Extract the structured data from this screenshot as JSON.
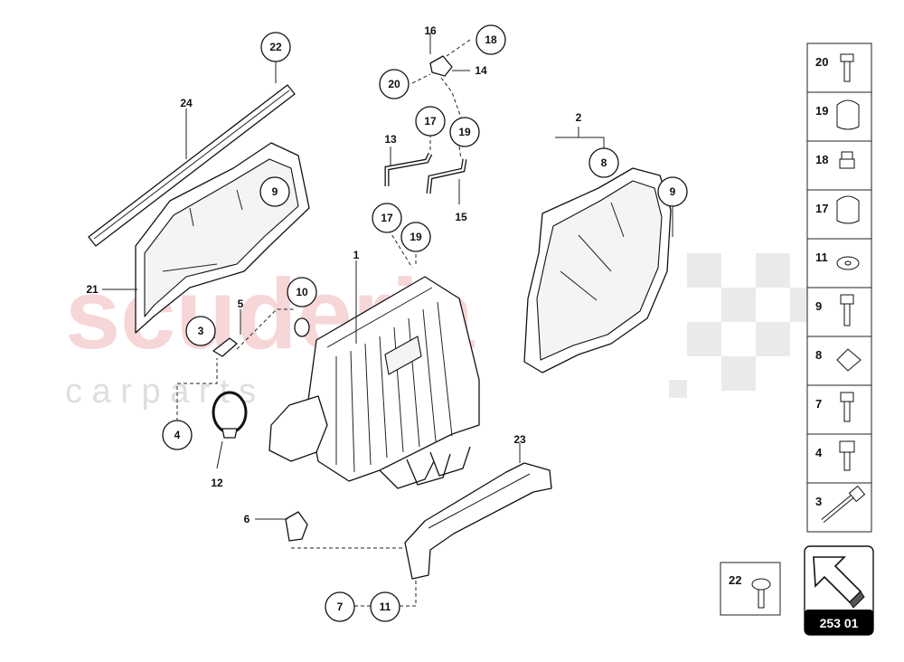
{
  "watermark": {
    "main": "scuderia",
    "sub": "c a r p a r t s"
  },
  "callouts": [
    {
      "id": "1",
      "label": "1"
    },
    {
      "id": "2",
      "label": "2"
    },
    {
      "id": "3",
      "label": "3"
    },
    {
      "id": "4",
      "label": "4"
    },
    {
      "id": "5",
      "label": "5"
    },
    {
      "id": "6",
      "label": "6"
    },
    {
      "id": "7",
      "label": "7"
    },
    {
      "id": "8",
      "label": "8"
    },
    {
      "id": "9a",
      "label": "9"
    },
    {
      "id": "9b",
      "label": "9"
    },
    {
      "id": "10",
      "label": "10"
    },
    {
      "id": "11",
      "label": "11"
    },
    {
      "id": "12",
      "label": "12"
    },
    {
      "id": "13",
      "label": "13"
    },
    {
      "id": "14",
      "label": "14"
    },
    {
      "id": "15",
      "label": "15"
    },
    {
      "id": "16",
      "label": "16"
    },
    {
      "id": "17a",
      "label": "17"
    },
    {
      "id": "17b",
      "label": "17"
    },
    {
      "id": "18",
      "label": "18"
    },
    {
      "id": "19a",
      "label": "19"
    },
    {
      "id": "19b",
      "label": "19"
    },
    {
      "id": "20",
      "label": "20"
    },
    {
      "id": "21",
      "label": "21"
    },
    {
      "id": "22",
      "label": "22"
    },
    {
      "id": "23",
      "label": "23"
    },
    {
      "id": "24",
      "label": "24"
    }
  ],
  "legend": [
    {
      "label": "20",
      "icon": "bolt-flange-icon"
    },
    {
      "label": "19",
      "icon": "clamp-icon"
    },
    {
      "label": "18",
      "icon": "nut-icon"
    },
    {
      "label": "17",
      "icon": "clip-icon"
    },
    {
      "label": "11",
      "icon": "washer-icon"
    },
    {
      "label": "9",
      "icon": "bolt-icon"
    },
    {
      "label": "8",
      "icon": "square-nut-icon"
    },
    {
      "label": "7",
      "icon": "screw-icon"
    },
    {
      "label": "4",
      "icon": "hex-bolt-icon"
    },
    {
      "label": "3",
      "icon": "long-bolt-icon"
    }
  ],
  "extra_legend": {
    "label": "22",
    "icon": "rivet-icon"
  },
  "page_ref": "253 01"
}
